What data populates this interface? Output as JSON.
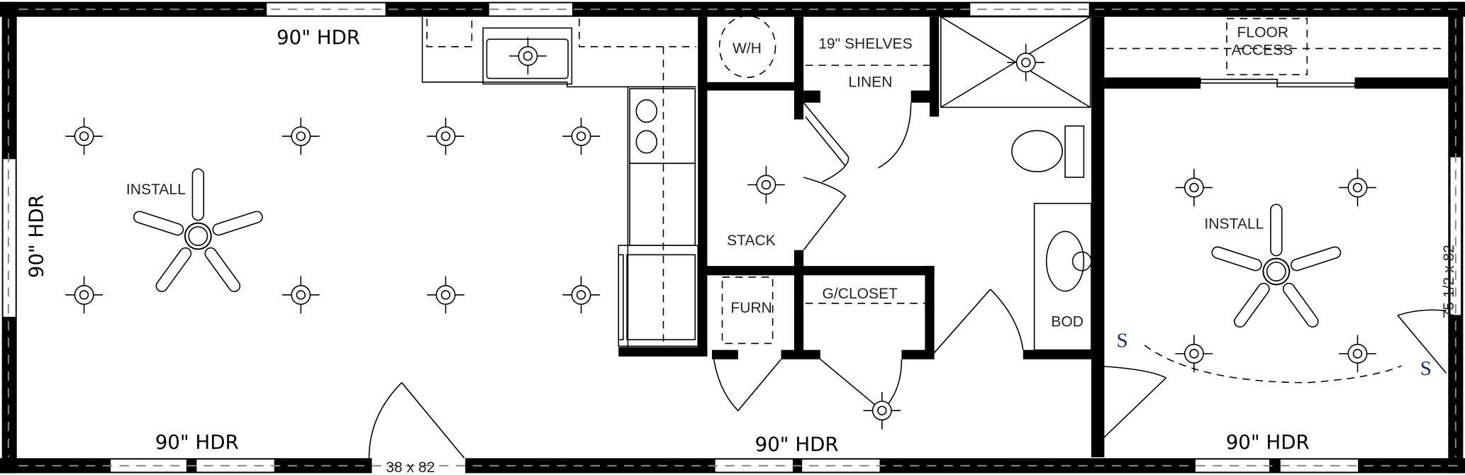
{
  "plan": {
    "header_top": "90\" HDR",
    "header_left": "90\" HDR",
    "header_bottom_left": "90\" HDR",
    "header_bottom_middle": "90\" HDR",
    "header_bottom_right": "90\" HDR",
    "install_living": "INSTALL",
    "install_bedroom": "INSTALL",
    "water_heater": "W/H",
    "shelves": "19\" SHELVES",
    "linen": "LINEN",
    "floor_access_1": "FLOOR",
    "floor_access_2": "ACCESS",
    "stack": "STACK",
    "furnace": "FURN",
    "guest_closet": "G/CLOSET",
    "bod": "BOD",
    "front_door": "38 x 82",
    "side_door": "75 1/2 x 82",
    "switch_1": "S",
    "switch_2": "S"
  },
  "icons": [
    "recessed-light-icon",
    "ceiling-fan-icon",
    "shower-icon",
    "toilet-icon",
    "sink-icon",
    "range-icon"
  ]
}
